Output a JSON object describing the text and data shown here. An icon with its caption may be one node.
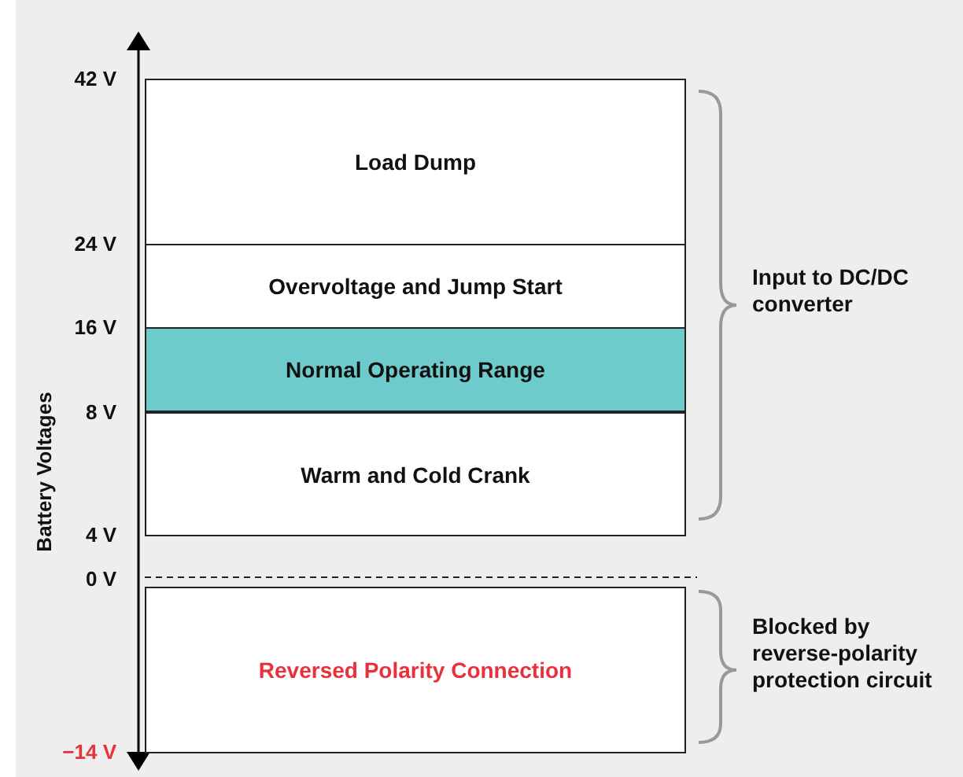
{
  "diagram": {
    "nodes": [
      {
        "text": [
          "Load Dump"
        ]
      },
      {
        "text": [
          "Overvoltage and Jump Start"
        ]
      },
      {
        "text": [
          "Normal Operating Range"
        ]
      },
      {
        "text": [
          "Warm and Cold Crank"
        ]
      },
      {
        "text": [
          "Reversed Polarity Connection"
        ]
      }
    ],
    "labels": [
      "42 V",
      "24 V",
      "16 V",
      "8 V",
      "4 V",
      "0 V",
      "−14 V",
      "Battery Voltages",
      "Input to DC/DC converter",
      "Blocked by reverse-polarity protection circuit"
    ]
  }
}
